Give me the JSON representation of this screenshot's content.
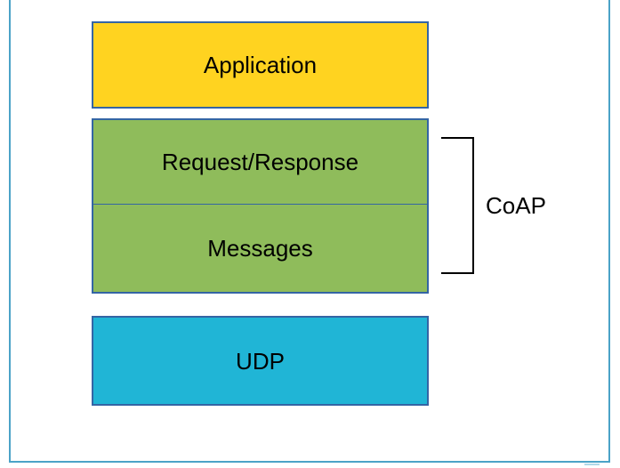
{
  "page": {
    "background": "#ffffff",
    "frame_color": "#4ba3c7"
  },
  "diagram": {
    "type": "protocol-stack",
    "stack": [
      {
        "id": "application",
        "label": "Application",
        "fill": "#ffd320",
        "border": "#3465a4"
      },
      {
        "id": "request-response",
        "label": "Request/Response",
        "fill": "#8fbc5b",
        "border": "#3465a4"
      },
      {
        "id": "messages",
        "label": "Messages",
        "fill": "#8fbc5b",
        "border": "#3465a4"
      },
      {
        "id": "udp",
        "label": "UDP",
        "fill": "#20b5d6",
        "border": "#3465a4"
      }
    ],
    "bracket": {
      "label": "CoAP",
      "color": "#000000",
      "spans": [
        "Request/Response",
        "Messages"
      ]
    },
    "text_color": "#000000"
  }
}
